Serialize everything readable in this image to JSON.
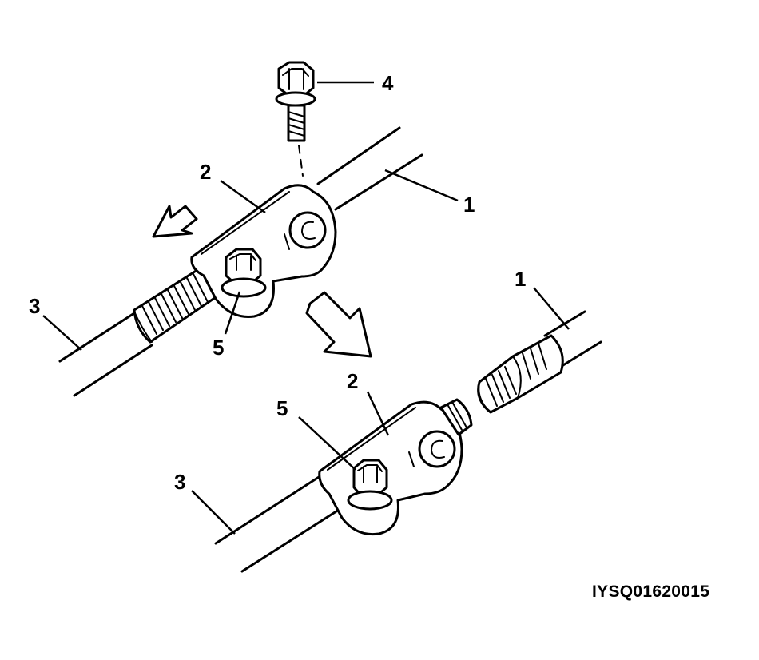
{
  "figure": {
    "id": "IYSQ01620015"
  },
  "callouts": {
    "top_1": "1",
    "top_2": "2",
    "top_3": "3",
    "top_4": "4",
    "top_5": "5",
    "bottom_1": "1",
    "bottom_2": "2",
    "bottom_3": "3",
    "bottom_5": "5"
  },
  "legend": [
    {
      "number": "1",
      "icon": "shaft-icon"
    },
    {
      "number": "2",
      "icon": "universal-joint-yoke-icon"
    },
    {
      "number": "3",
      "icon": "steering-column-shaft-icon"
    },
    {
      "number": "4",
      "icon": "joint-bolt-icon"
    },
    {
      "number": "5",
      "icon": "joint-bolt-icon"
    }
  ],
  "arrows": [
    "slide-direction-arrow-icon",
    "sequence-arrow-icon"
  ]
}
